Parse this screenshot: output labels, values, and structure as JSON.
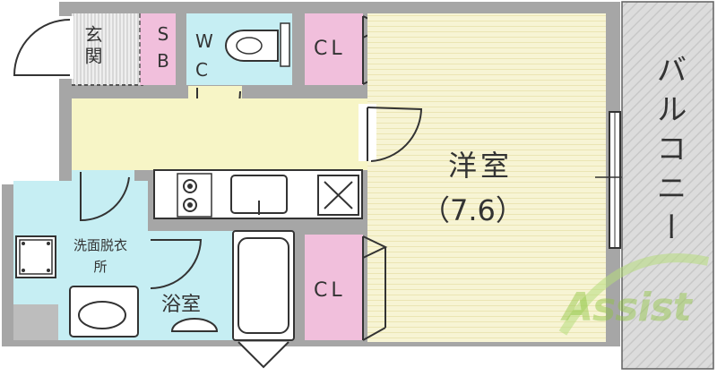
{
  "rooms": {
    "entrance": "玄関",
    "shoe_box": "SB",
    "toilet": "WC",
    "closet_top": "CL",
    "western_room": "洋室",
    "western_room_size": "（7.6）",
    "washroom": "洗面脱衣所",
    "bathroom": "浴室",
    "closet_bottom": "CL",
    "balcony": "バルコニー"
  },
  "watermark": "Assist",
  "colors": {
    "wall": "#a6a6a6",
    "hall": "#f7f5c6",
    "western_room": "#f6f3d3",
    "water_area": "#c6eef3",
    "closet": "#f1bfdc",
    "balcony": "#d9d9d9",
    "watermark": "#8fc440"
  }
}
